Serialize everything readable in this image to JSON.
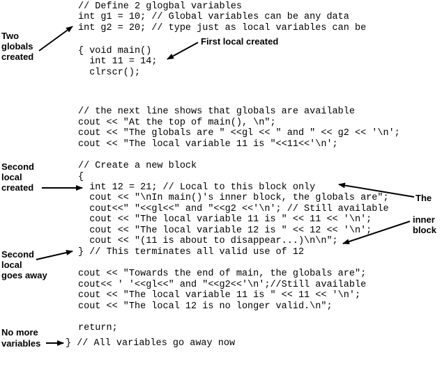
{
  "code": [
    "// Define 2 glogbal variables",
    "int g1 = 10; // Global variables can be any data",
    "int g2 = 20; // type just as local variables can be",
    "{ void main()",
    "  int 11 = 14;",
    "  clrscr();",
    "// the next line shows that globals are available",
    "cout << \"At the top of main(), \\n\";",
    "cout << \"The globals are \" <<gl << \" and \" << g2 << '\\n';",
    "cout << \"The local variable 11 is \"<<11<<'\\n';",
    "// Create a new block",
    "{",
    "  int 12 = 21; // Local to this block only",
    "  cout << \"\\nIn main()'s inner block, the globals are\";",
    "  cout<<\" \"<<gl<<\" and \"<<g2 <<'\\n'; // Still available",
    "  cout << \"The local variable 11 is \" << 11 << '\\n';",
    "  cout << \"The local variable 12 is \" << 12 << '\\n';",
    "  cout << \"(11 is about to disappear...)\\n\\n\";",
    "} // This terminates all valid use of 12",
    "cout << \"Towards the end of main, the globals are\";",
    "cout<< ' '<<gl<<\" and \"<<g2<<'\\n';//Still available",
    "cout << \"The local variable 11 is \" << 11 << '\\n';",
    "cout << \"The local 12 is no longer valid.\\n\";",
    "return;",
    "} // All variables go away now"
  ],
  "annotations": {
    "two_globals": [
      "Two",
      "globals",
      "created"
    ],
    "first_local": [
      "First local created"
    ],
    "second_local_created": [
      "Second",
      "local",
      "created"
    ],
    "the_inner_block": [
      "The",
      "inner",
      "block"
    ],
    "second_local_goes_away": [
      "Second",
      "local",
      "goes away"
    ],
    "no_more_variables": [
      "No more",
      "variables"
    ]
  }
}
